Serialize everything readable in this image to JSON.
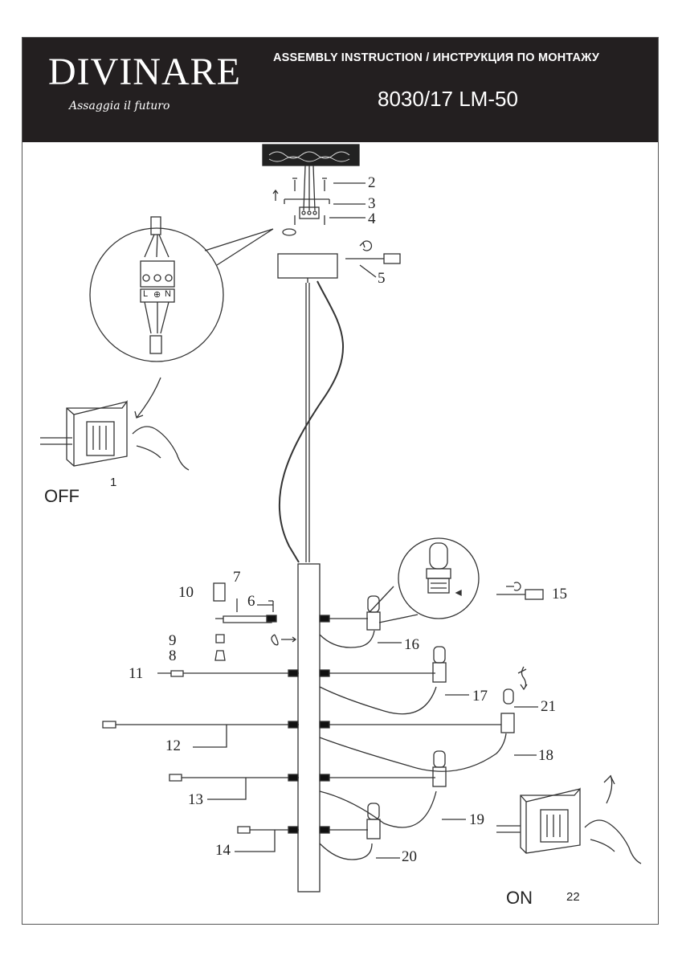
{
  "header": {
    "brand": "DIVINARE",
    "tagline": "Assaggia il futuro",
    "title": "ASSEMBLY INSTRUCTION / ИНСТРУКЦИЯ ПО МОНТАЖУ",
    "model": "8030/17  LM-50"
  },
  "switch_off": {
    "label": "OFF",
    "step": "1"
  },
  "switch_on": {
    "label": "ON",
    "step": "22"
  },
  "terminal_labels": [
    "L",
    "⊕",
    "N"
  ],
  "parts": [
    "2",
    "3",
    "4",
    "5",
    "6",
    "7",
    "8",
    "9",
    "10",
    "11",
    "12",
    "13",
    "14",
    "15",
    "16",
    "17",
    "18",
    "19",
    "20",
    "21"
  ],
  "colors": {
    "header_bg": "#231f20",
    "header_text": "#ffffff",
    "line": "#333333"
  }
}
